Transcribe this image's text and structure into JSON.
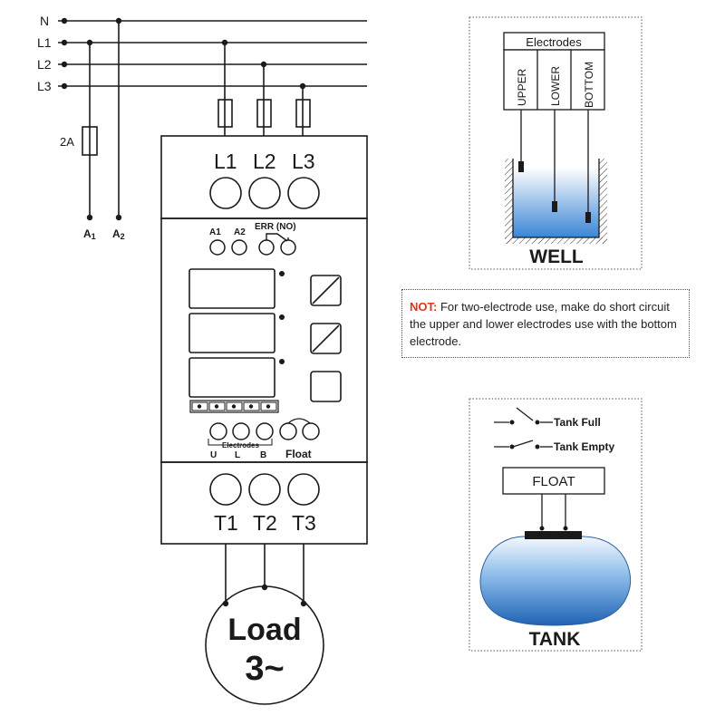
{
  "supply": {
    "neutral": "N",
    "phases": [
      "L1",
      "L2",
      "L3"
    ],
    "fuse": "2A",
    "a1_sub": "A",
    "a1_num": "1",
    "a2_sub": "A",
    "a2_num": "2"
  },
  "relay": {
    "top_labels": [
      "L1",
      "L2",
      "L3"
    ],
    "a1": "A1",
    "a2": "A2",
    "err": "ERR (NO)",
    "electrodes_label": "Electrodes",
    "electrode_letters": [
      "U",
      "L",
      "B"
    ],
    "float_label": "Float",
    "bottom_labels": [
      "T1",
      "T2",
      "T3"
    ]
  },
  "load": {
    "line1": "Load",
    "line2": "3~"
  },
  "well": {
    "header": "Electrodes",
    "electrodes": [
      "UPPER",
      "LOWER",
      "BOTTOM"
    ],
    "title": "WELL"
  },
  "note": {
    "label": "NOT:",
    "text": "For two-electrode use, make do short circuit the upper and lower electrodes use with the bottom electrode."
  },
  "tank": {
    "full": "Tank Full",
    "empty": "Tank Empty",
    "float": "FLOAT",
    "title": "TANK"
  },
  "colors": {
    "line": "#1a1a1a",
    "water_top": "#ffffff",
    "water_bottom": "#3d87d9",
    "note_red": "#e0341b"
  }
}
